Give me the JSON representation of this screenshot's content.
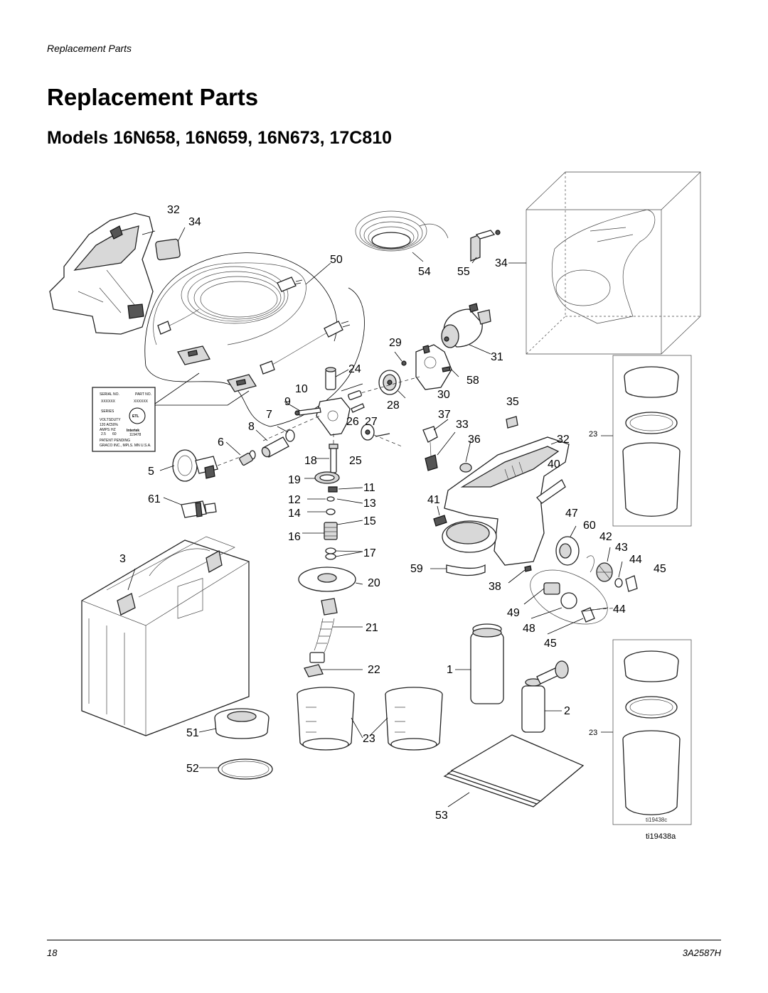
{
  "header": {
    "running_title": "Replacement Parts"
  },
  "page": {
    "title": "Replacement Parts",
    "section_title": "Models 16N658, 16N659, 16N673, 17C810"
  },
  "diagram": {
    "figure_id": "ti19438a",
    "inset_figure_id": "ti19438c",
    "label_plate": {
      "serial_no": "SERIAL NO.",
      "part_no": "PART NO.",
      "xxxxxx_1": "XXXXXX",
      "xxxxxx_2": "XXXXXX",
      "series": "SERIES",
      "volts": "VOLTS",
      "duty": "DUTY",
      "volts_val": "120 AC",
      "duty_val": "50%",
      "amps": "AMPS",
      "hz": "HZ",
      "amps_val": "2.5",
      "hz_val": "60",
      "brand": "Intertek",
      "cert": "119478",
      "patent": "PATENT PENDING",
      "maker": "GRACO INC., MPLS. MN U.S.A."
    },
    "callouts": {
      "c32a": "32",
      "c34a": "34",
      "c50": "50",
      "c54": "54",
      "c55": "55",
      "c34b": "34",
      "c29": "29",
      "c31": "31",
      "c24": "24",
      "c58": "58",
      "c10": "10",
      "c30": "30",
      "c9": "9",
      "c28": "28",
      "c35": "35",
      "c7": "7",
      "c26": "26",
      "c27": "27",
      "c37": "37",
      "c33": "33",
      "c8": "8",
      "c6": "6",
      "c36": "36",
      "c32b": "32",
      "c23a": "23",
      "c18": "18",
      "c25": "25",
      "c5": "5",
      "c40": "40",
      "c19": "19",
      "c11": "11",
      "c61": "61",
      "c12": "12",
      "c13": "13",
      "c41": "41",
      "c14": "14",
      "c15": "15",
      "c47": "47",
      "c60": "60",
      "c16": "16",
      "c42": "42",
      "c43": "43",
      "c3": "3",
      "c17": "17",
      "c44a": "44",
      "c59": "59",
      "c45a": "45",
      "c20": "20",
      "c38": "38",
      "c44b": "44",
      "c49": "49",
      "c21": "21",
      "c48": "48",
      "c45b": "45",
      "c1": "1",
      "c22": "22",
      "c2": "2",
      "c51": "51",
      "c23b": "23",
      "c23c": "23",
      "c52": "52",
      "c53": "53"
    }
  },
  "footer": {
    "page_number": "18",
    "doc_number": "3A2587H"
  }
}
